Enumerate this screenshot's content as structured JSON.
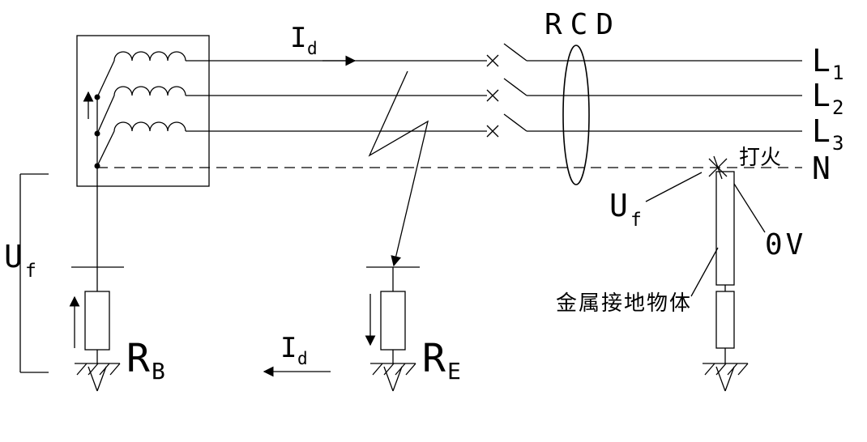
{
  "diagram": {
    "type": "electrical-schematic",
    "description": "Three-phase TT system earth-fault diagram with RCD",
    "colors": {
      "stroke": "#000000",
      "background": "#ffffff"
    },
    "labels": {
      "id_top": {
        "sym": "I",
        "sub": "d"
      },
      "id_bottom": {
        "sym": "I",
        "sub": "d"
      },
      "rcd": "RCD",
      "l1": {
        "sym": "L",
        "sub": "1"
      },
      "l2": {
        "sym": "L",
        "sub": "2"
      },
      "l3": {
        "sym": "L",
        "sub": "3"
      },
      "n": "N",
      "spark": "打火",
      "uf_left": {
        "sym": "U",
        "sub": "f"
      },
      "uf_right": {
        "sym": "U",
        "sub": "f"
      },
      "zero_volt": "0V",
      "metal_object": "金属接地物体",
      "rb": {
        "sym": "R",
        "sub": "B"
      },
      "re": {
        "sym": "R",
        "sub": "E"
      }
    }
  }
}
